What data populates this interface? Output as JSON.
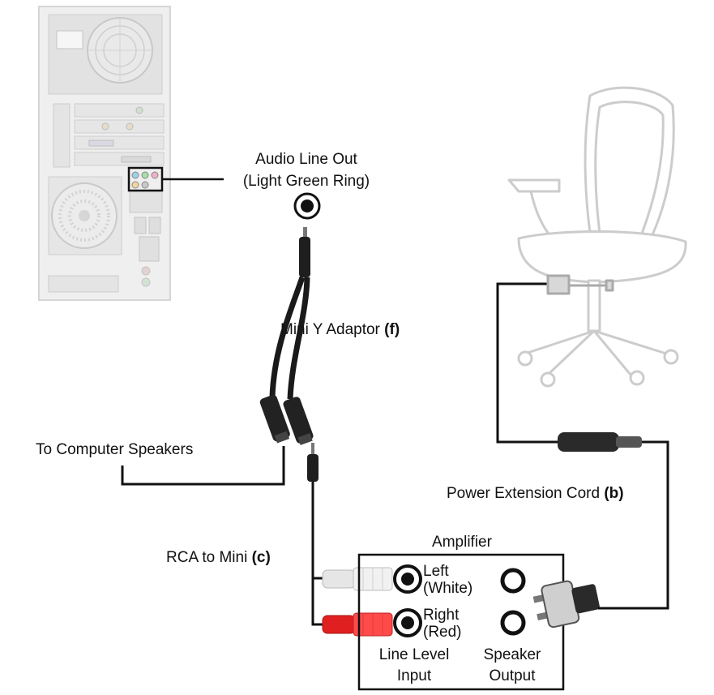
{
  "labels": {
    "audio_line_out_1": "Audio Line Out",
    "audio_line_out_2": "(Light Green Ring)",
    "mini_y_text": "Mini Y Adaptor ",
    "mini_y_tag": "(f)",
    "to_speakers": "To Computer Speakers",
    "rca_text": "RCA to Mini ",
    "rca_tag": "(c)",
    "power_text": "Power Extension Cord ",
    "power_tag": "(b)",
    "amplifier": "Amplifier",
    "left_1": "Left",
    "left_2": "(White)",
    "right_1": "Right",
    "right_2": "(Red)",
    "line_level_1": "Line Level",
    "line_level_2": "Input",
    "speaker_out_1": "Speaker",
    "speaker_out_2": "Output"
  },
  "colors": {
    "wire": "#111111",
    "rca_white": "#e6e6e6",
    "rca_red": "#ee2a2a",
    "pc_body": "#efefef",
    "chair": "#d0d0d0"
  }
}
